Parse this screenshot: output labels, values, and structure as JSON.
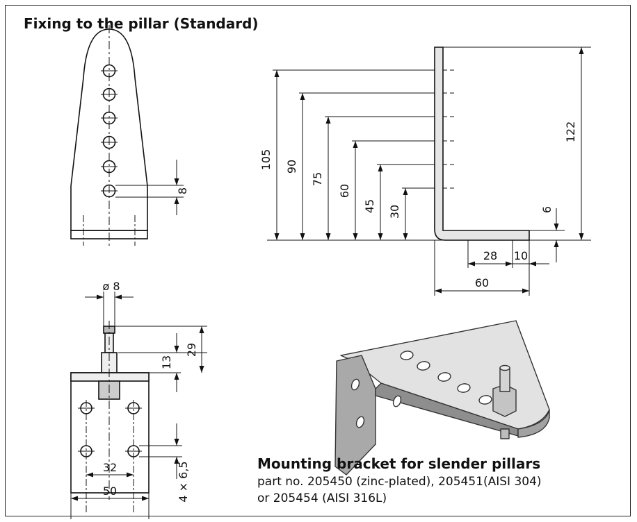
{
  "heading": "Fixing to the pillar (Standard)",
  "side_view": {
    "overall_height": "122",
    "hole_positions": [
      "105",
      "90",
      "75",
      "60",
      "45",
      "30"
    ],
    "foot_length": "60",
    "foot_inner": "28",
    "foot_end": "10",
    "thickness": "6"
  },
  "front_view": {
    "hole_pitch": "8"
  },
  "pin_view": {
    "pin_diameter": "ø 8",
    "pin_length": "29",
    "shoulder": "13",
    "hole_spacing": "32",
    "plate_width": "50",
    "holes_spec": "4 × 6,5"
  },
  "caption": {
    "title": "Mounting bracket for slender pillars",
    "line1": "part no. 205450 (zinc-plated), 205451(AISI 304)",
    "line2": "or 205454 (AISI 316L)"
  }
}
